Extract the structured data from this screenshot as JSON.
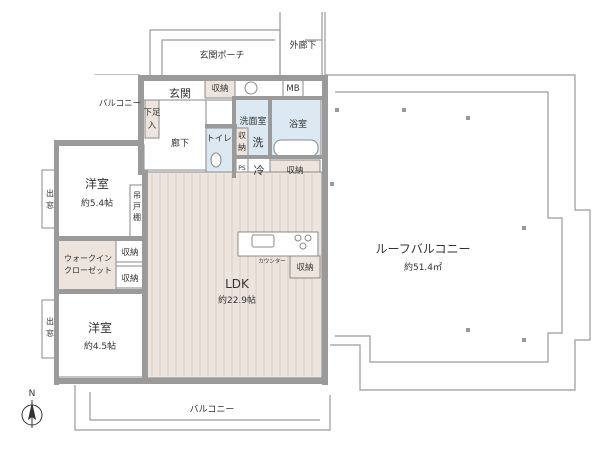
{
  "colors": {
    "wall": "#9a9a9a",
    "ldk_floor": "#ece4dd",
    "wet_area": "#dce8f2",
    "closet": "#ece4dd",
    "text": "#333333",
    "balcony_line": "#9a9a9a"
  },
  "rooms": {
    "genkan_porch": "玄関ポーチ",
    "soto_roka": "外廊下",
    "balcony_top": "バルコニー",
    "genkan": "玄関",
    "shuno_genkan": "収納",
    "mb": "MB",
    "shita_ashi_1": "下足",
    "shita_ashi_2": "入",
    "senmenshitsu": "洗面室",
    "yokushitsu": "浴室",
    "roka": "廊下",
    "toilet": "トイレ",
    "shuno_toilet_1": "収",
    "shuno_toilet_2": "納",
    "wash": "洗",
    "rei": "冷",
    "ps": "PS",
    "shuno_kitchen": "収納",
    "youshitsu1": "洋室",
    "youshitsu1_size": "約5.4帖",
    "demado1": "出",
    "demado1b": "窓",
    "tsuri_todana": "吊戸棚",
    "walkin_1": "ウォークイン",
    "walkin_2": "クローゼット",
    "shuno_wic1": "収納",
    "shuno_wic2": "収納",
    "youshitsu2": "洋室",
    "youshitsu2_size": "約4.5帖",
    "demado2": "出",
    "demado2b": "窓",
    "ldk": "LDK",
    "ldk_size": "約22.9帖",
    "counter": "カウンター",
    "shuno_ldk": "収納",
    "roof_balcony": "ルーフバルコニー",
    "roof_balcony_size": "約51.4㎡",
    "balcony_bottom": "バルコニー",
    "north": "N"
  }
}
